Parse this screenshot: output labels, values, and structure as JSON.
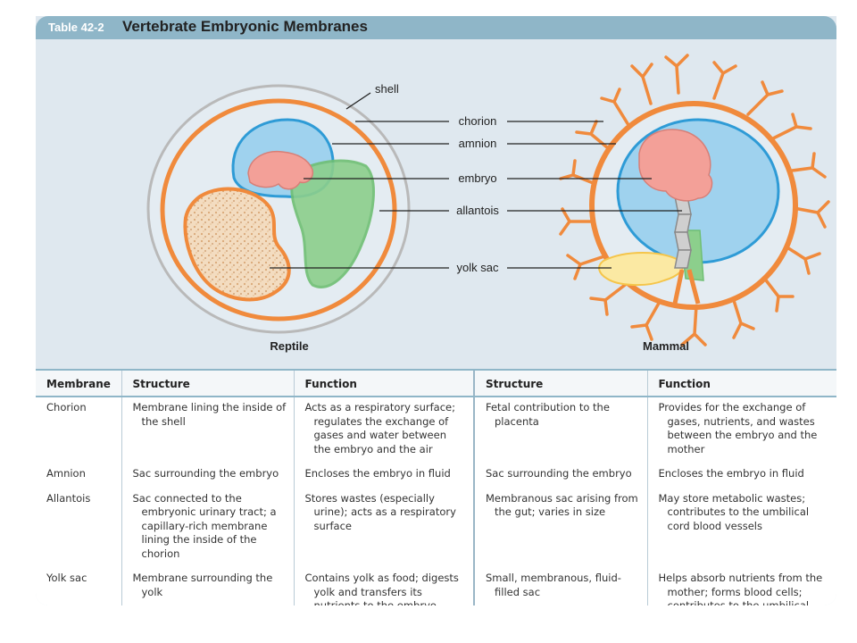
{
  "header": {
    "table_number": "Table 42-2",
    "title": "Vertebrate Embryonic Membranes"
  },
  "diagram": {
    "labels": [
      "shell",
      "chorion",
      "amnion",
      "embryo",
      "allantois",
      "yolk sac"
    ],
    "panels": [
      "Reptile",
      "Mammal"
    ],
    "colors": {
      "chorion": "#f08a3c",
      "amnion": "#9fd2ee",
      "embryo": "#f3a098",
      "allantois": "#8ccf8c",
      "yolk_sac": "#f5d089",
      "yolk_sac_mammal": "#fbe9a3",
      "shell": "#b9b9b9"
    }
  },
  "table": {
    "columns": [
      "Membrane",
      "Structure",
      "Function",
      "Structure",
      "Function"
    ],
    "rows": [
      {
        "membrane": "Chorion",
        "reptile_structure": "Membrane lining the inside of the shell",
        "reptile_function": "Acts as a respiratory surface; regulates the exchange of gases and water between the embryo and the air",
        "mammal_structure": "Fetal contribution to the placenta",
        "mammal_function": "Provides for the exchange of gases, nutrients, and wastes between the embryo and the mother"
      },
      {
        "membrane": "Amnion",
        "reptile_structure": "Sac surrounding the embryo",
        "reptile_function": "Encloses the embryo in fluid",
        "mammal_structure": "Sac surrounding the embryo",
        "mammal_function": "Encloses the embryo in fluid"
      },
      {
        "membrane": "Allantois",
        "reptile_structure": "Sac connected to the embryonic urinary tract; a capillary-rich membrane lining the inside of the chorion",
        "reptile_function": "Stores wastes (especially urine); acts as a respiratory surface",
        "mammal_structure": "Membranous sac arising from the gut; varies in size",
        "mammal_function": "May store metabolic wastes; contributes to the umbilical cord blood vessels"
      },
      {
        "membrane": "Yolk sac",
        "reptile_structure": "Membrane surrounding the yolk",
        "reptile_function": "Contains yolk as food; digests yolk and transfers its nutrients to the embryo",
        "mammal_structure": "Small, membranous, fluid-filled sac",
        "mammal_function": "Helps absorb nutrients from the mother; forms blood cells; contributes to the umbilical cord"
      }
    ]
  }
}
